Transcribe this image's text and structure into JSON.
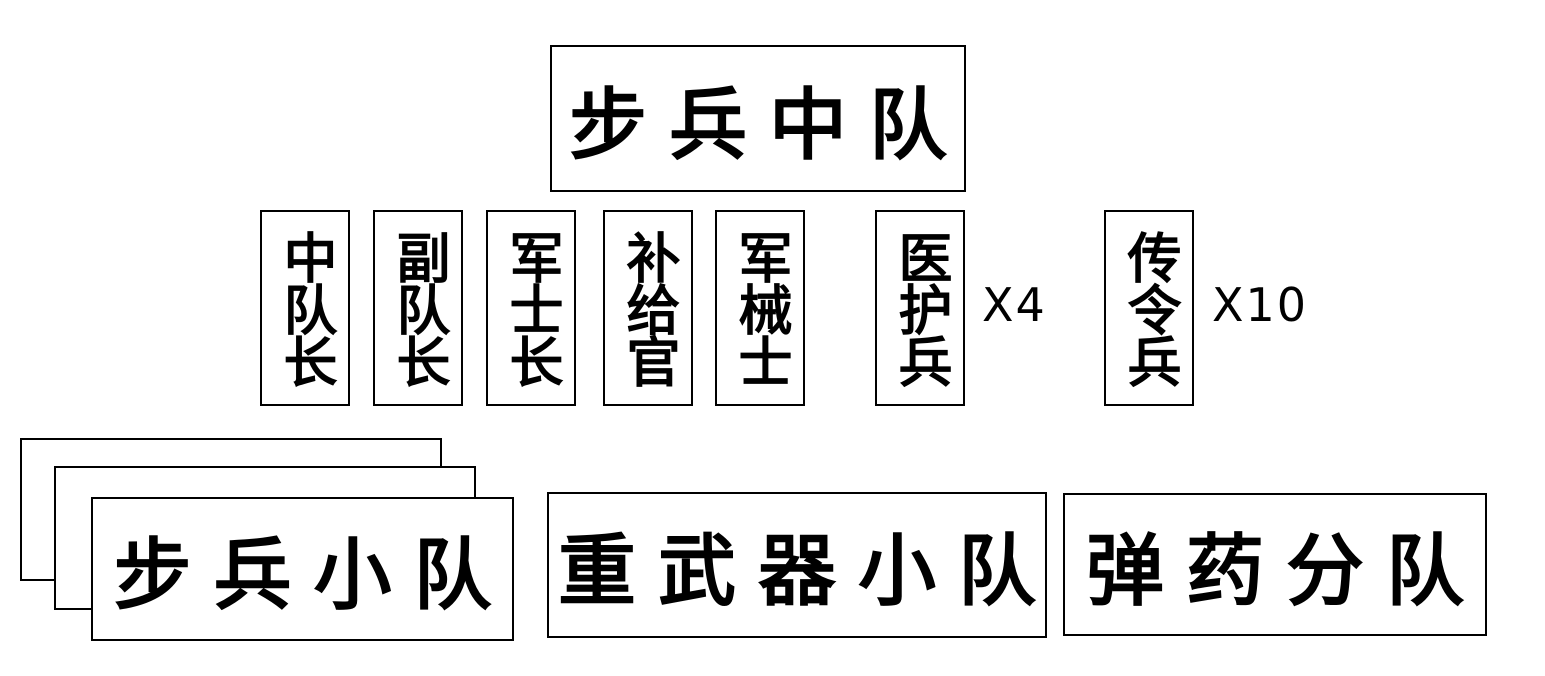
{
  "top": {
    "title": "步兵中队"
  },
  "roles": [
    {
      "label": "中队长"
    },
    {
      "label": "副队长"
    },
    {
      "label": "军士长"
    },
    {
      "label": "补给官"
    },
    {
      "label": "军械士"
    },
    {
      "label": "医护兵",
      "multiplier": "X4"
    },
    {
      "label": "传令兵",
      "multiplier": "X10"
    }
  ],
  "units": [
    {
      "label": "步兵小队"
    },
    {
      "label": "重武器小队"
    },
    {
      "label": "弹药分队"
    }
  ]
}
